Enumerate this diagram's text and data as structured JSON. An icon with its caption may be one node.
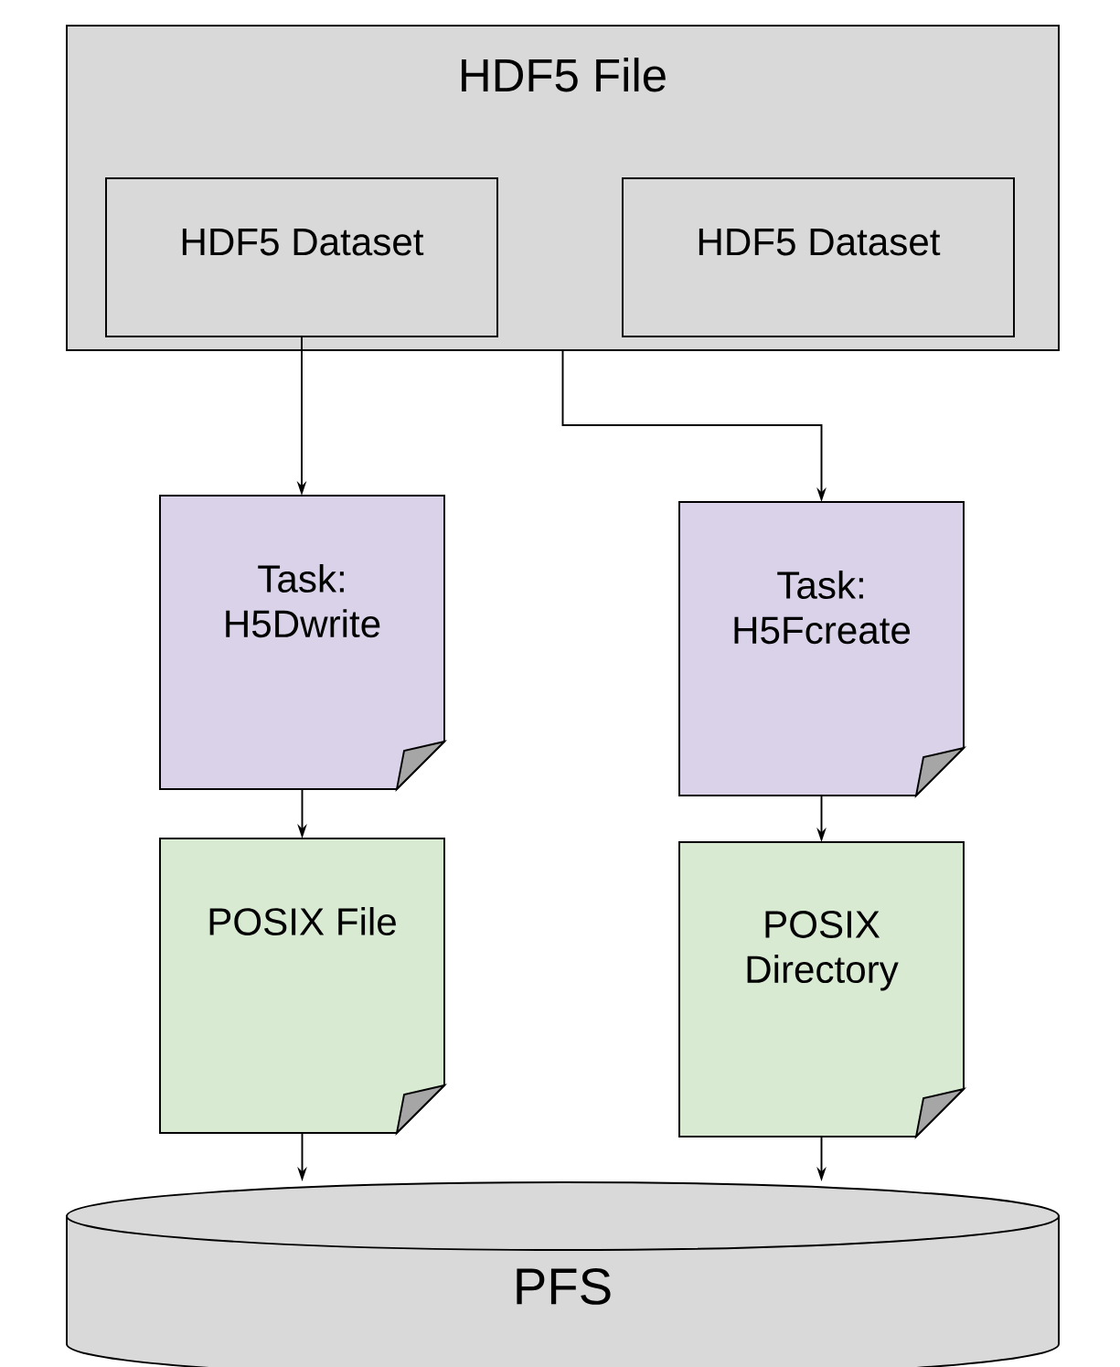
{
  "diagram": {
    "nodes": [
      {
        "text": [
          "HDF5 File"
        ]
      },
      {
        "text": [
          "HDF5 Dataset"
        ],
        "in": 0
      },
      {
        "text": [
          "HDF5 Dataset"
        ],
        "in": 0
      },
      {
        "text": [
          "Task: H5Dwrite"
        ]
      },
      {
        "text": [
          "Task: H5Fcreate"
        ]
      },
      {
        "text": [
          "POSIX File"
        ]
      },
      {
        "text": [
          "POSIX Directory"
        ]
      },
      {
        "text": [
          "PFS"
        ]
      }
    ],
    "edges": [
      {
        "from": 1,
        "to": 3,
        "arrow": "to"
      },
      {
        "from": 0,
        "to": 4,
        "arrow": "to"
      },
      {
        "from": 3,
        "to": 5,
        "arrow": "to"
      },
      {
        "from": 4,
        "to": 6,
        "arrow": "to"
      },
      {
        "from": 5,
        "to": 7,
        "arrow": "to"
      },
      {
        "from": 6,
        "to": 7,
        "arrow": "to"
      }
    ]
  }
}
